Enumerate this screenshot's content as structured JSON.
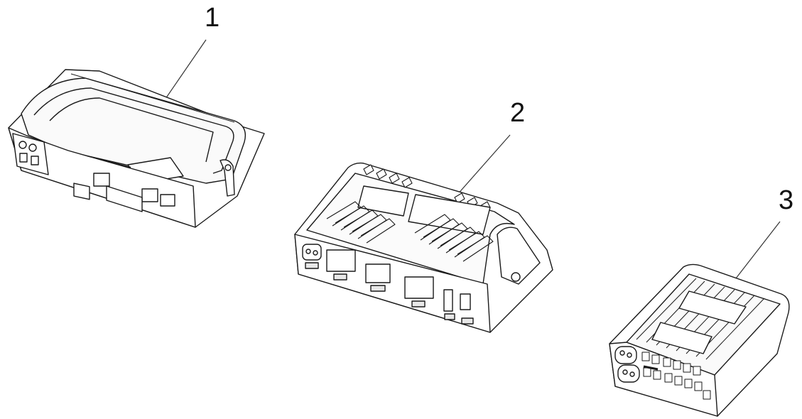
{
  "callouts": [
    {
      "id": "1",
      "label": "1"
    },
    {
      "id": "2",
      "label": "2"
    },
    {
      "id": "3",
      "label": "3"
    }
  ],
  "components": [
    {
      "name": "controller-module-1"
    },
    {
      "name": "controller-module-2"
    },
    {
      "name": "controller-module-3"
    }
  ],
  "port_labels": {
    "module2": [
      "",
      ""
    ],
    "module3": []
  },
  "colors": {
    "line": "#1a1a1a",
    "fill": "#ffffff",
    "shade": "#f2f2f2",
    "dark": "#111111"
  }
}
